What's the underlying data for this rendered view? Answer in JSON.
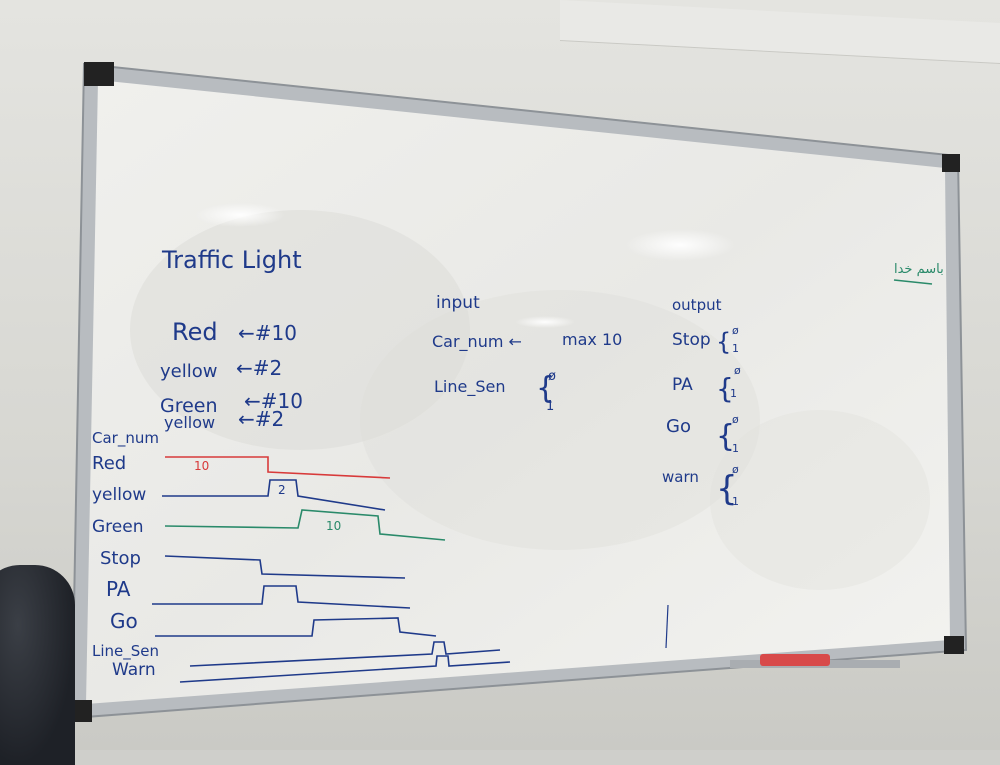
{
  "board": {
    "title": "Traffic Light",
    "timing": [
      {
        "label": "Red",
        "value": "←#10"
      },
      {
        "label": "yellow",
        "value": "←#2"
      },
      {
        "label": "Green",
        "value": "←#10"
      },
      {
        "label": "yellow",
        "value": "←#2"
      }
    ],
    "input_heading": "input",
    "input_car": "Car_num ←",
    "input_car_max": "max 10",
    "input_line": "Line_Sen",
    "output_heading": "output",
    "outputs": [
      "Stop",
      "PA",
      "Go",
      "warn"
    ],
    "state_zero": "ø",
    "state_one": "1",
    "arabic_note": "باسم خدا",
    "diagram": {
      "signals": [
        "Car_num",
        "Red",
        "yellow",
        "Green",
        "Stop",
        "PA",
        "Go",
        "Line_Sen",
        "Warn"
      ],
      "red_pulse": "10",
      "yellow_pulse": "2",
      "green_pulse": "10"
    }
  },
  "colors": {
    "marker_blue": "#1f3a8a",
    "marker_red": "#d83a3a",
    "marker_green": "#2a8a6a",
    "board_white": "#f2f2ef",
    "frame": "#b8bcc0",
    "eraser": "#d84a4a"
  }
}
